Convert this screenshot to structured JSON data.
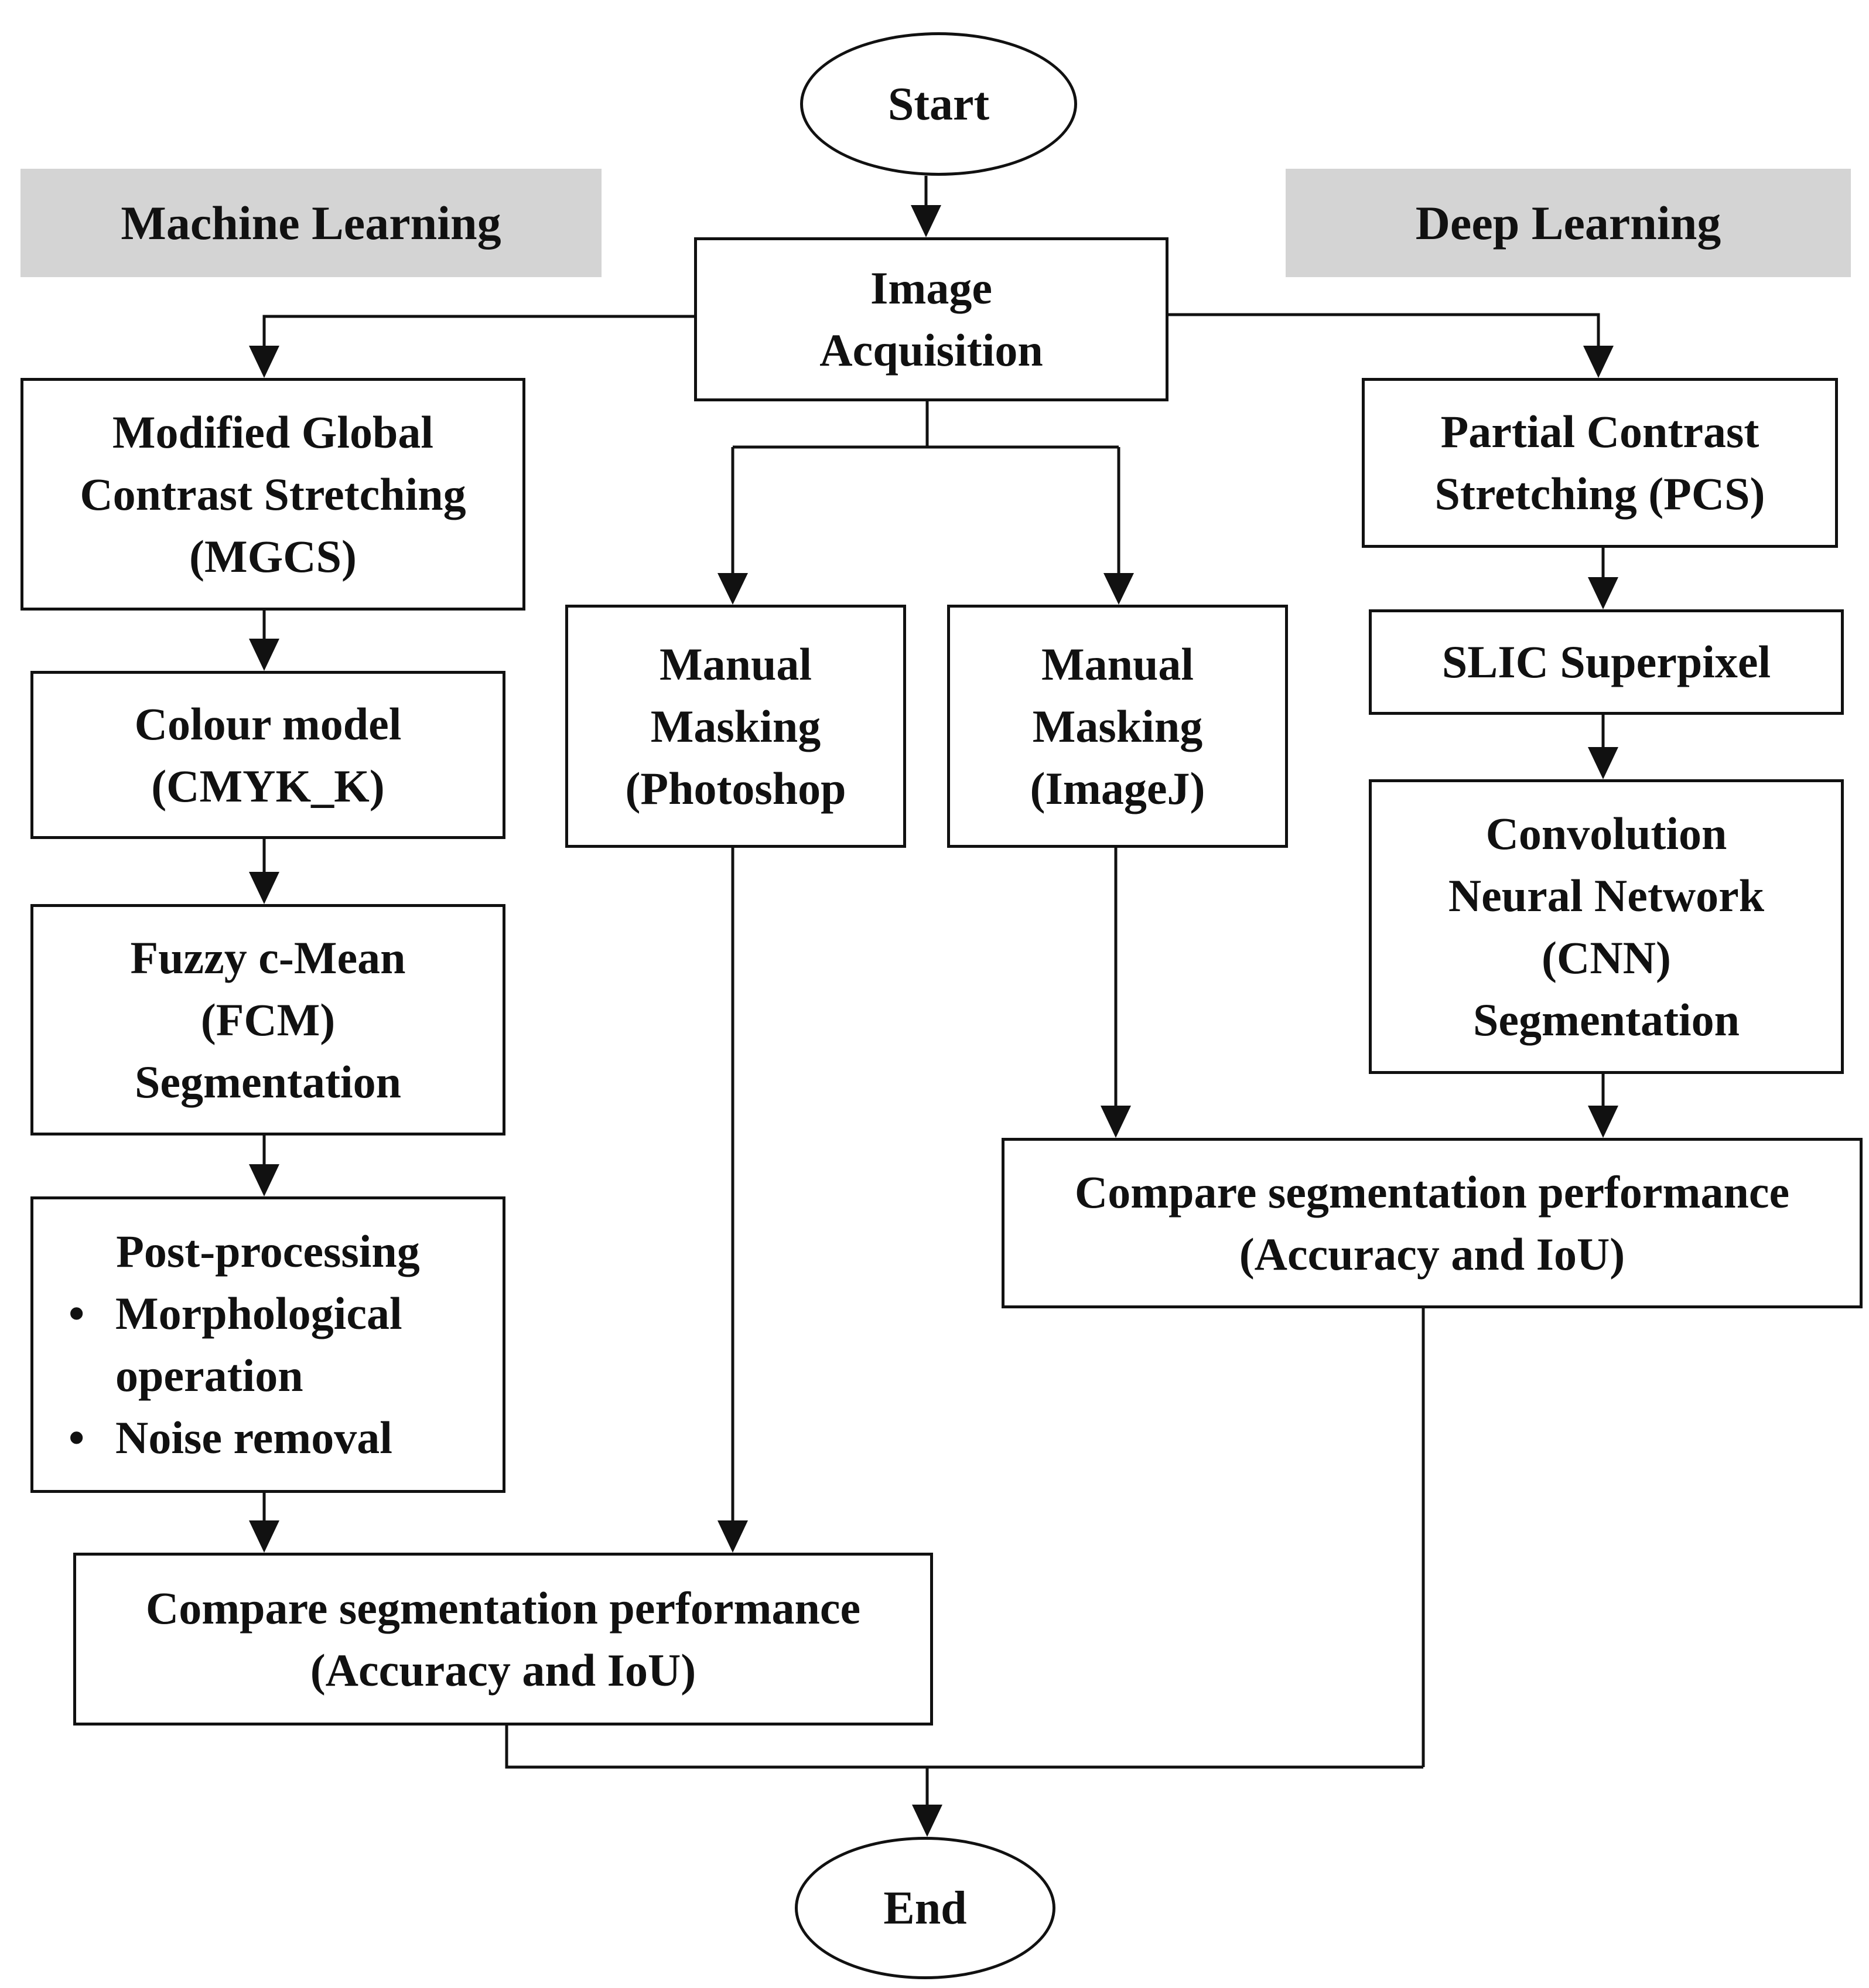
{
  "diagram": {
    "nodes": {
      "start": {
        "label": "Start"
      },
      "end": {
        "label": "End"
      },
      "image_acquisition": {
        "lines": [
          "Image",
          "Acquisition"
        ]
      },
      "mgcs": {
        "lines": [
          "Modified Global",
          "Contrast Stretching",
          "(MGCS)"
        ]
      },
      "colour_model": {
        "lines": [
          "Colour model",
          "(CMYK_K)"
        ]
      },
      "fcm": {
        "lines": [
          "Fuzzy c-Mean",
          "(FCM)",
          "Segmentation"
        ]
      },
      "post_processing": {
        "title": "Post-processing",
        "bullets": [
          "Morphological operation",
          "Noise removal"
        ]
      },
      "masking_photoshop": {
        "lines": [
          "Manual",
          "Masking",
          "(Photoshop"
        ]
      },
      "masking_imagej": {
        "lines": [
          "Manual",
          "Masking",
          "(ImageJ)"
        ]
      },
      "pcs": {
        "lines": [
          "Partial Contrast",
          "Stretching (PCS)"
        ]
      },
      "slic": {
        "lines": [
          "SLIC Superpixel"
        ]
      },
      "cnn": {
        "lines": [
          "Convolution",
          "Neural Network",
          "(CNN)",
          "Segmentation"
        ]
      },
      "compare_ml": {
        "lines": [
          "Compare segmentation performance",
          "(Accuracy and IoU)"
        ]
      },
      "compare_dl": {
        "lines": [
          "Compare segmentation performance",
          "(Accuracy and IoU)"
        ]
      }
    },
    "groups": {
      "machine_learning": "Machine Learning",
      "deep_learning": "Deep Learning"
    },
    "edges": [
      {
        "from": "start",
        "to": "image_acquisition"
      },
      {
        "from": "image_acquisition",
        "to": "mgcs"
      },
      {
        "from": "image_acquisition",
        "to": "pcs"
      },
      {
        "from": "image_acquisition",
        "to": "masking_photoshop"
      },
      {
        "from": "image_acquisition",
        "to": "masking_imagej"
      },
      {
        "from": "mgcs",
        "to": "colour_model"
      },
      {
        "from": "colour_model",
        "to": "fcm"
      },
      {
        "from": "fcm",
        "to": "post_processing"
      },
      {
        "from": "post_processing",
        "to": "compare_ml"
      },
      {
        "from": "masking_photoshop",
        "to": "compare_ml"
      },
      {
        "from": "pcs",
        "to": "slic"
      },
      {
        "from": "slic",
        "to": "cnn"
      },
      {
        "from": "cnn",
        "to": "compare_dl"
      },
      {
        "from": "masking_imagej",
        "to": "compare_dl"
      },
      {
        "from": "compare_ml",
        "to": "end"
      },
      {
        "from": "compare_dl",
        "to": "end"
      }
    ],
    "colors": {
      "stroke": "#111111",
      "group_fill": "#d4d4d4",
      "background": "#ffffff"
    }
  }
}
